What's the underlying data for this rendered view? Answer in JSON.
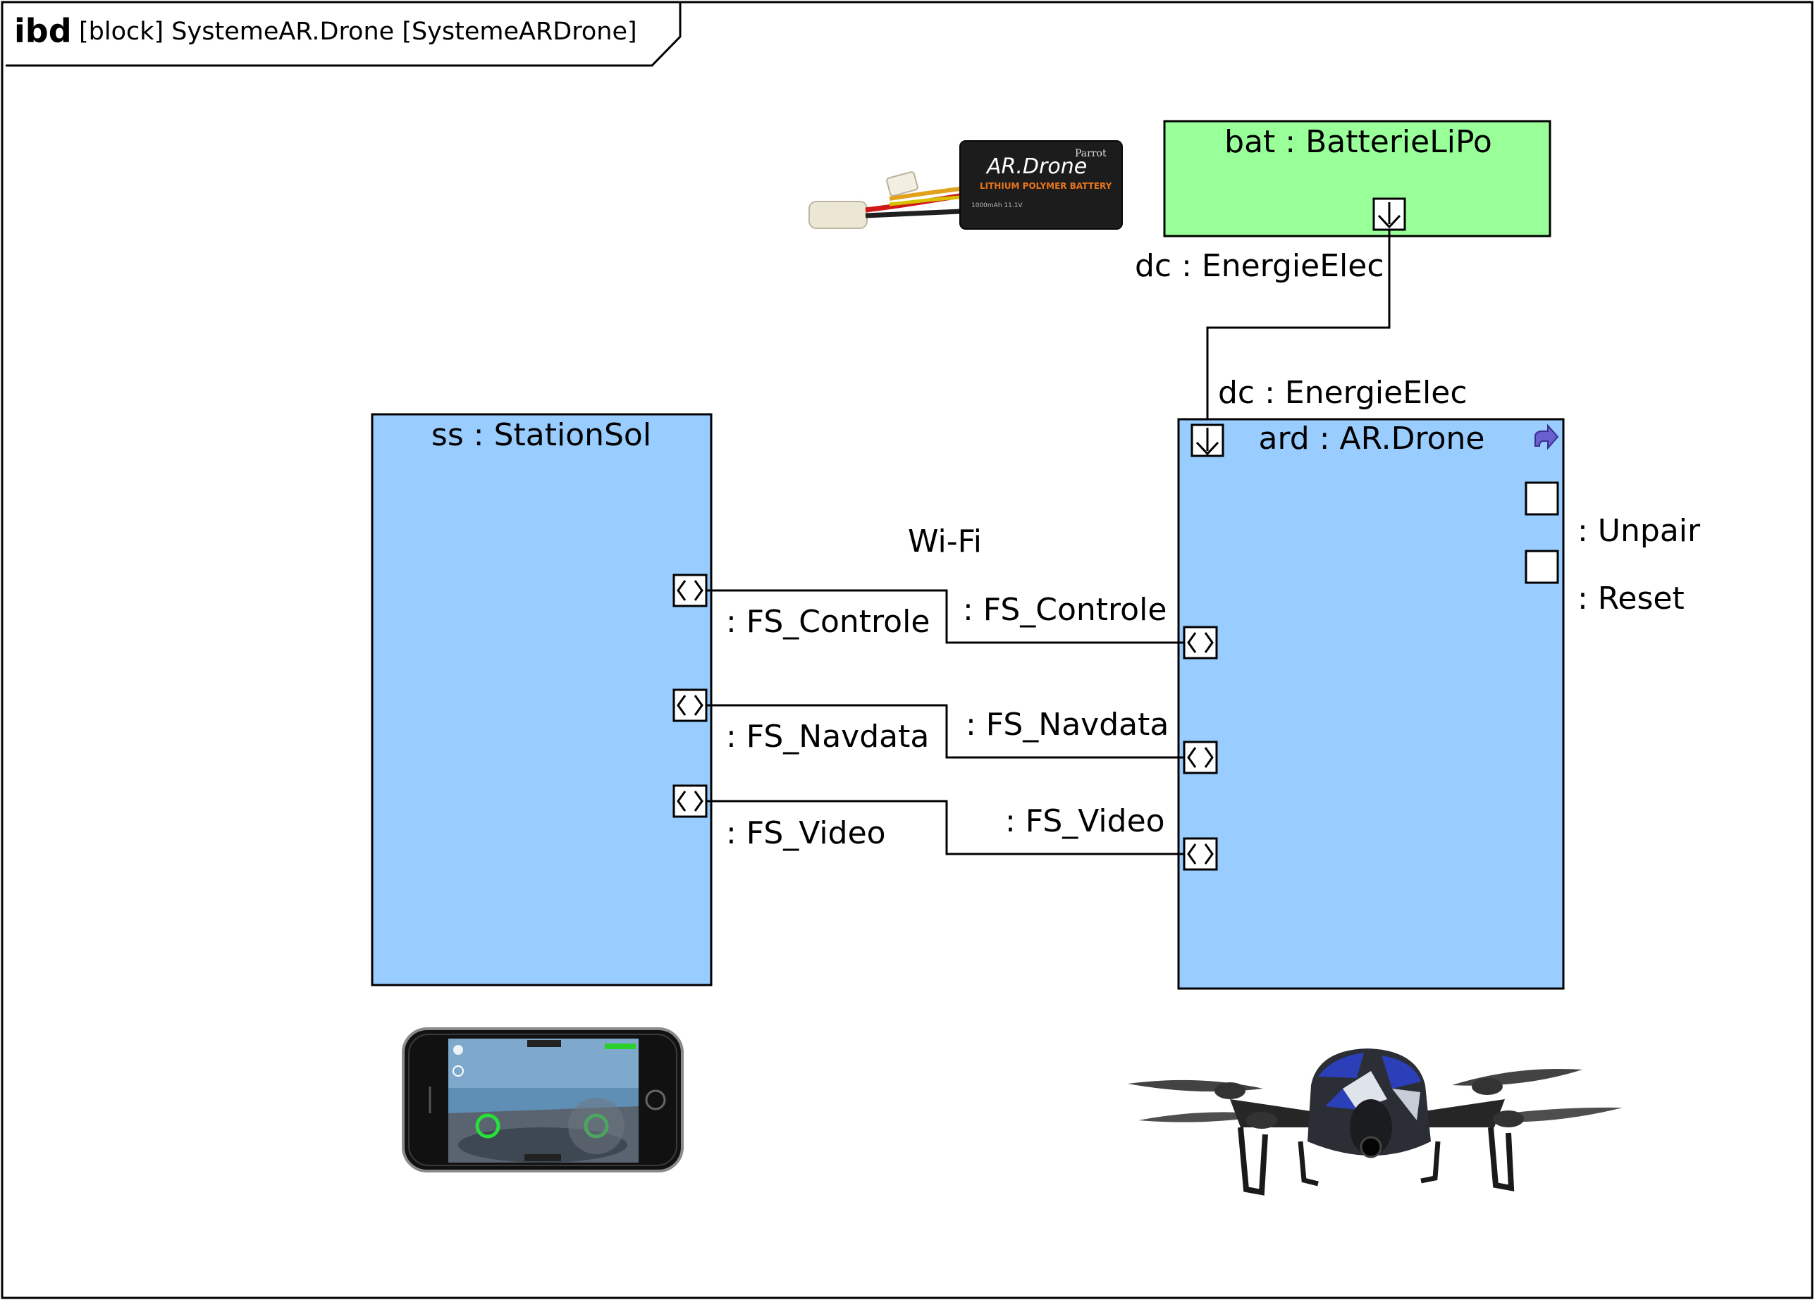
{
  "frame": {
    "keyword": "ibd",
    "title": "[block] SystemeAR.Drone [SystemeARDrone]"
  },
  "parts": {
    "battery": {
      "title": "bat : BatterieLiPo",
      "fill": "#99ff99"
    },
    "station": {
      "title": "ss : StationSol",
      "fill": "#99ccff"
    },
    "drone": {
      "title": "ard : AR.Drone",
      "fill": "#99ccff"
    }
  },
  "ports": {
    "battery_dc": "dc : EnergieElec",
    "drone_dc": "dc : EnergieElec",
    "ss_controle": ": FS_Controle",
    "ss_navdata": ": FS_Navdata",
    "ss_video": ": FS_Video",
    "ard_controle": ": FS_Controle",
    "ard_navdata": ": FS_Navdata",
    "ard_video": ": FS_Video",
    "unpair": ": Unpair",
    "reset": ": Reset"
  },
  "connectors": {
    "wifi": "Wi-Fi"
  },
  "images": {
    "battery_photo": {
      "brand": "AR.Drone",
      "maker": "Parrot",
      "label": "LITHIUM POLYMER BATTERY",
      "spec": "1000mAh 11.1V"
    },
    "phone_photo": {
      "icon": "smartphone-icon"
    },
    "drone_photo": {
      "icon": "quadcopter-icon"
    }
  },
  "colors": {
    "block_blue": "#99ccff",
    "block_green": "#99ff99",
    "line": "#000000",
    "drone_accent": "#2a3fb8"
  }
}
